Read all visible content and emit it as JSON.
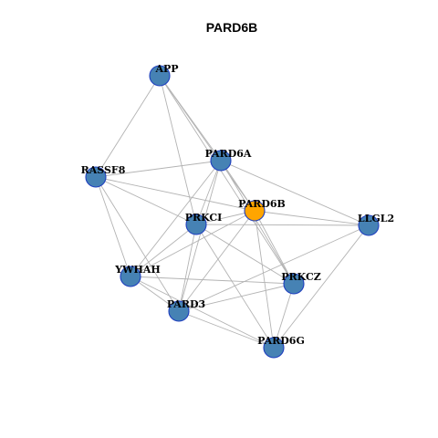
{
  "title": "PARD6B",
  "colors": {
    "node_default": "#4682b4",
    "node_focus": "#ffa500",
    "node_border": "#1f3fbf",
    "edge": "#b3b3b3"
  },
  "nodes": [
    {
      "id": "APP",
      "label": "APP",
      "focus": false
    },
    {
      "id": "PARD6A",
      "label": "PARD6A",
      "focus": false
    },
    {
      "id": "RASSF8",
      "label": "RASSF8",
      "focus": false
    },
    {
      "id": "PARD6B",
      "label": "PARD6B",
      "focus": true
    },
    {
      "id": "PRKCI",
      "label": "PRKCI",
      "focus": false
    },
    {
      "id": "LLGL2",
      "label": "LLGL2",
      "focus": false
    },
    {
      "id": "YWHAH",
      "label": "YWHAH",
      "focus": false
    },
    {
      "id": "PRKCZ",
      "label": "PRKCZ",
      "focus": false
    },
    {
      "id": "PARD3",
      "label": "PARD3",
      "focus": false
    },
    {
      "id": "PARD6G",
      "label": "PARD6G",
      "focus": false
    }
  ],
  "edges": [
    [
      "APP",
      "PARD6A"
    ],
    [
      "APP",
      "PARD6B"
    ],
    [
      "APP",
      "RASSF8"
    ],
    [
      "APP",
      "PRKCI"
    ],
    [
      "APP",
      "PRKCZ"
    ],
    [
      "PARD6A",
      "RASSF8"
    ],
    [
      "PARD6A",
      "PARD6B"
    ],
    [
      "PARD6A",
      "PRKCI"
    ],
    [
      "PARD6A",
      "LLGL2"
    ],
    [
      "PARD6A",
      "YWHAH"
    ],
    [
      "PARD6A",
      "PRKCZ"
    ],
    [
      "PARD6A",
      "PARD3"
    ],
    [
      "RASSF8",
      "PARD6B"
    ],
    [
      "RASSF8",
      "PRKCI"
    ],
    [
      "RASSF8",
      "YWHAH"
    ],
    [
      "RASSF8",
      "PARD3"
    ],
    [
      "PARD6B",
      "PRKCI"
    ],
    [
      "PARD6B",
      "LLGL2"
    ],
    [
      "PARD6B",
      "YWHAH"
    ],
    [
      "PARD6B",
      "PRKCZ"
    ],
    [
      "PARD6B",
      "PARD3"
    ],
    [
      "PARD6B",
      "PARD6G"
    ],
    [
      "PRKCI",
      "LLGL2"
    ],
    [
      "PRKCI",
      "YWHAH"
    ],
    [
      "PRKCI",
      "PRKCZ"
    ],
    [
      "PRKCI",
      "PARD3"
    ],
    [
      "PRKCI",
      "PARD6G"
    ],
    [
      "LLGL2",
      "PARD3"
    ],
    [
      "LLGL2",
      "PARD6G"
    ],
    [
      "YWHAH",
      "PRKCZ"
    ],
    [
      "YWHAH",
      "PARD3"
    ],
    [
      "YWHAH",
      "PARD6G"
    ],
    [
      "PRKCZ",
      "PARD3"
    ],
    [
      "PRKCZ",
      "PARD6G"
    ],
    [
      "PARD3",
      "PARD6G"
    ]
  ]
}
